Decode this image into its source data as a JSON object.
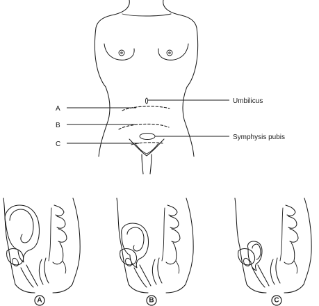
{
  "front_view": {
    "level_labels": [
      "A",
      "B",
      "C"
    ],
    "landmarks": {
      "umbilicus": "Umbilicus",
      "symphysis": "Symphysis pubis"
    }
  },
  "sagittal_views": [
    {
      "badge": "A"
    },
    {
      "badge": "B"
    },
    {
      "badge": "C"
    }
  ]
}
